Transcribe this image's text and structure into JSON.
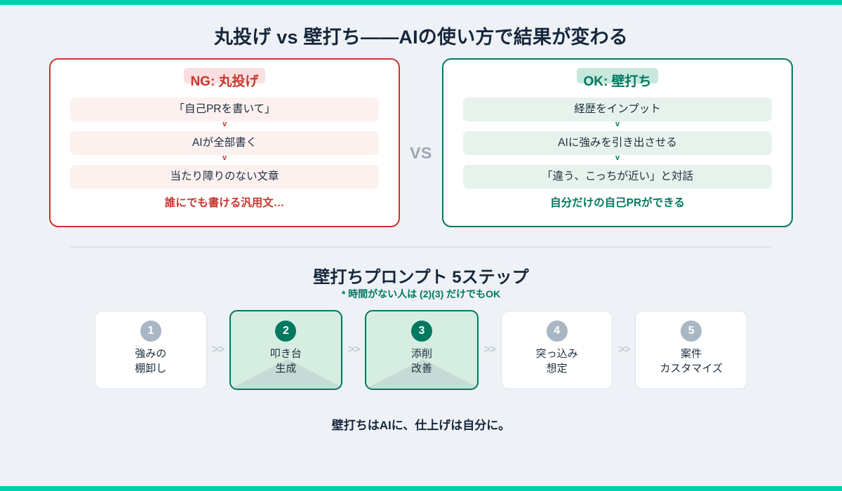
{
  "theme": {
    "accent": "#00cfab",
    "background": "#eef2f6",
    "ng_color": "#c7372e",
    "ok_color": "#00795f",
    "neutral": "#a9b6c4"
  },
  "title": "丸投げ vs 壁打ち——AIの使い方で結果が変わる",
  "compare": {
    "vs_label": "VS",
    "ng": {
      "heading": "NG: 丸投げ",
      "chevron": "v",
      "steps": [
        "「自己PRを書いて」",
        "AIが全部書く",
        "当たり障りのない文章"
      ],
      "conclusion": "誰にでも書ける汎用文…"
    },
    "ok": {
      "heading": "OK: 壁打ち",
      "chevron": "v",
      "steps": [
        "経歴をインプット",
        "AIに強みを引き出させる",
        "「違う、こっちが近い」と対話"
      ],
      "conclusion": "自分だけの自己PRができる"
    }
  },
  "steps_section": {
    "title": "壁打ちプロンプト 5ステップ",
    "note": "* 時間がない人は (2)(3) だけでもOK",
    "arrow": ">>",
    "steps": [
      {
        "number": "1",
        "label": "強みの\n棚卸し",
        "active": false
      },
      {
        "number": "2",
        "label": "叩き台\n生成",
        "active": true
      },
      {
        "number": "3",
        "label": "添削\n改善",
        "active": true
      },
      {
        "number": "4",
        "label": "突っ込み\n想定",
        "active": false
      },
      {
        "number": "5",
        "label": "案件\nカスタマイズ",
        "active": false
      }
    ]
  },
  "footer": {
    "message": "壁打ちはAIに、仕上げは自分に。"
  }
}
